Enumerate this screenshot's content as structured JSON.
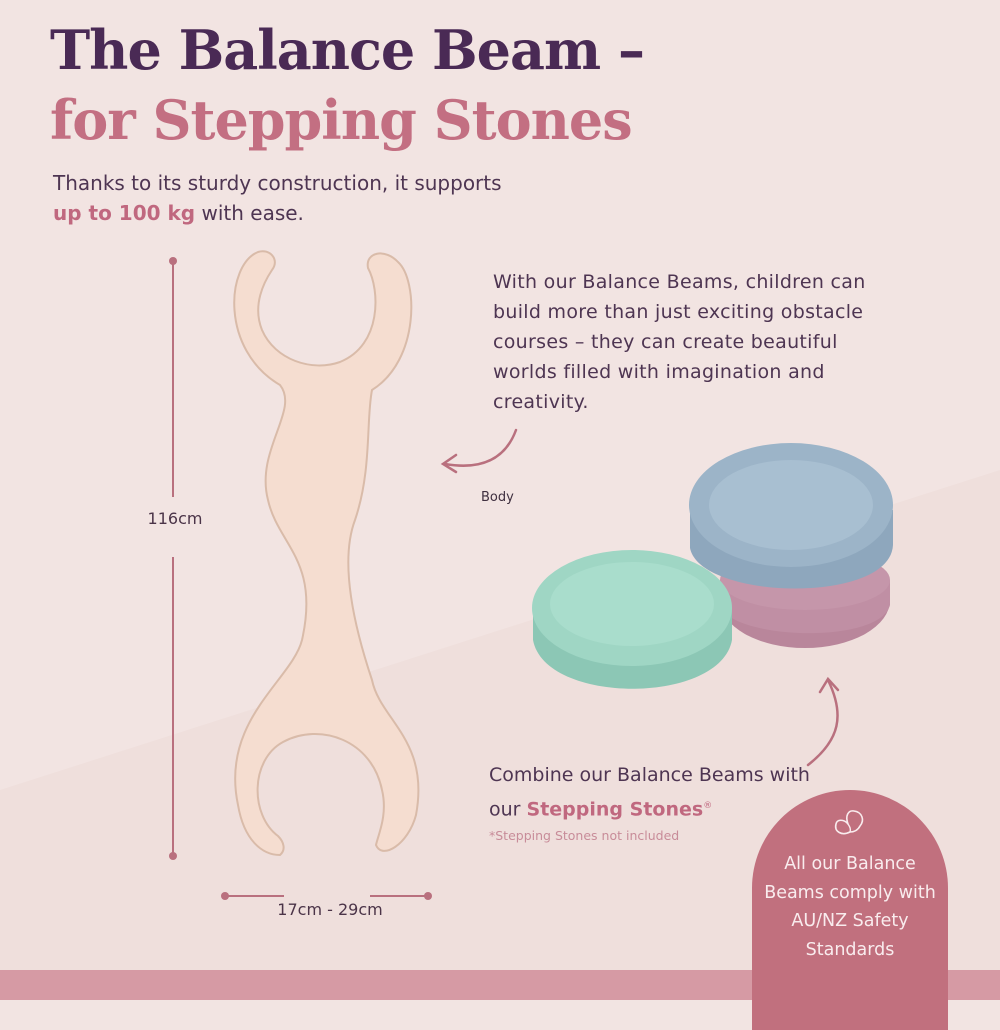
{
  "title": {
    "line1": "The Balance Beam –",
    "line2": "for Stepping Stones"
  },
  "intro": {
    "text_before": "Thanks to its sturdy construction, it supports",
    "highlight": "up to 100 kg",
    "text_after": "with ease."
  },
  "description": "With our Balance Beams, children can build more than just exciting obstacle courses – they can create beautiful worlds filled with imagination and creativity.",
  "body_label": "Body",
  "dimensions": {
    "height": "116cm",
    "width": "17cm - 29cm"
  },
  "combine": {
    "text_before": "Combine our Balance Beams with our",
    "highlight": "Stepping Stones",
    "mark": "®",
    "note": "*Stepping Stones not included"
  },
  "badge": {
    "icon": "butterfly-icon",
    "text": "All our Balance Beams comply with AU/NZ Safety Standards"
  },
  "colors": {
    "background": "#f2e4e2",
    "title_dark": "#4a2a55",
    "accent_pink": "#c36f82",
    "badge": "#c1707e",
    "footer": "#d69aa4",
    "wood": "#f5ddd0"
  }
}
